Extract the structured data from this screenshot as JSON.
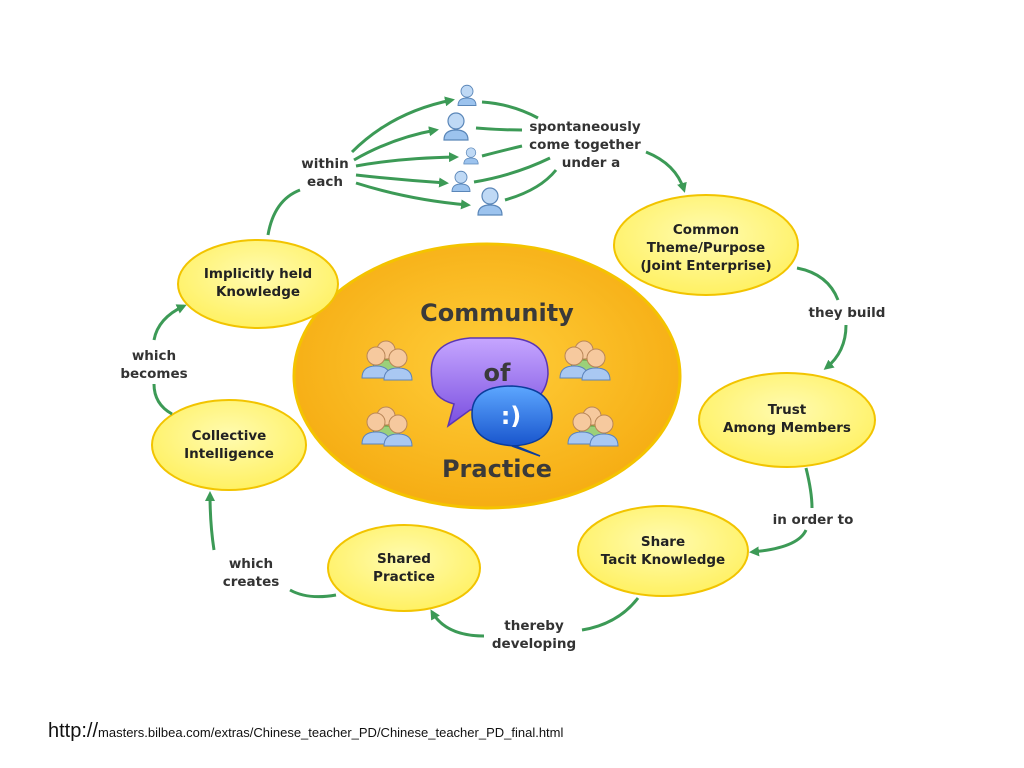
{
  "center": {
    "line1": "Community",
    "line2": "of",
    "line3": "Practice",
    "smiley": ":)"
  },
  "nodes": {
    "common_theme": [
      "Common",
      "Theme/Purpose",
      "(Joint Enterprise)"
    ],
    "trust": [
      "Trust",
      "Among Members"
    ],
    "share_tacit": [
      "Share",
      "Tacit Knowledge"
    ],
    "shared_practice": [
      "Shared",
      "Practice"
    ],
    "collective": [
      "Collective",
      "Intelligence"
    ],
    "implicit": [
      "Implicitly held",
      "Knowledge"
    ]
  },
  "connectors": {
    "within_each": [
      "within",
      "each"
    ],
    "spontaneously": [
      "spontaneously",
      "come together",
      "under a"
    ],
    "they_build": "they build",
    "in_order_to": "in order to",
    "thereby_developing": [
      "thereby",
      "developing"
    ],
    "which_creates": [
      "which",
      "creates"
    ],
    "which_becomes": [
      "which",
      "becomes"
    ]
  },
  "source": {
    "protocol": "http://",
    "path": "masters.bilbea.com/extras/Chinese_teacher_PD/Chinese_teacher_PD_final.html"
  },
  "colors": {
    "ellipse_fill": "#fff27a",
    "ellipse_stroke": "#f2c400",
    "center_fill": "#fdb719",
    "arrow": "#3c9a56"
  }
}
